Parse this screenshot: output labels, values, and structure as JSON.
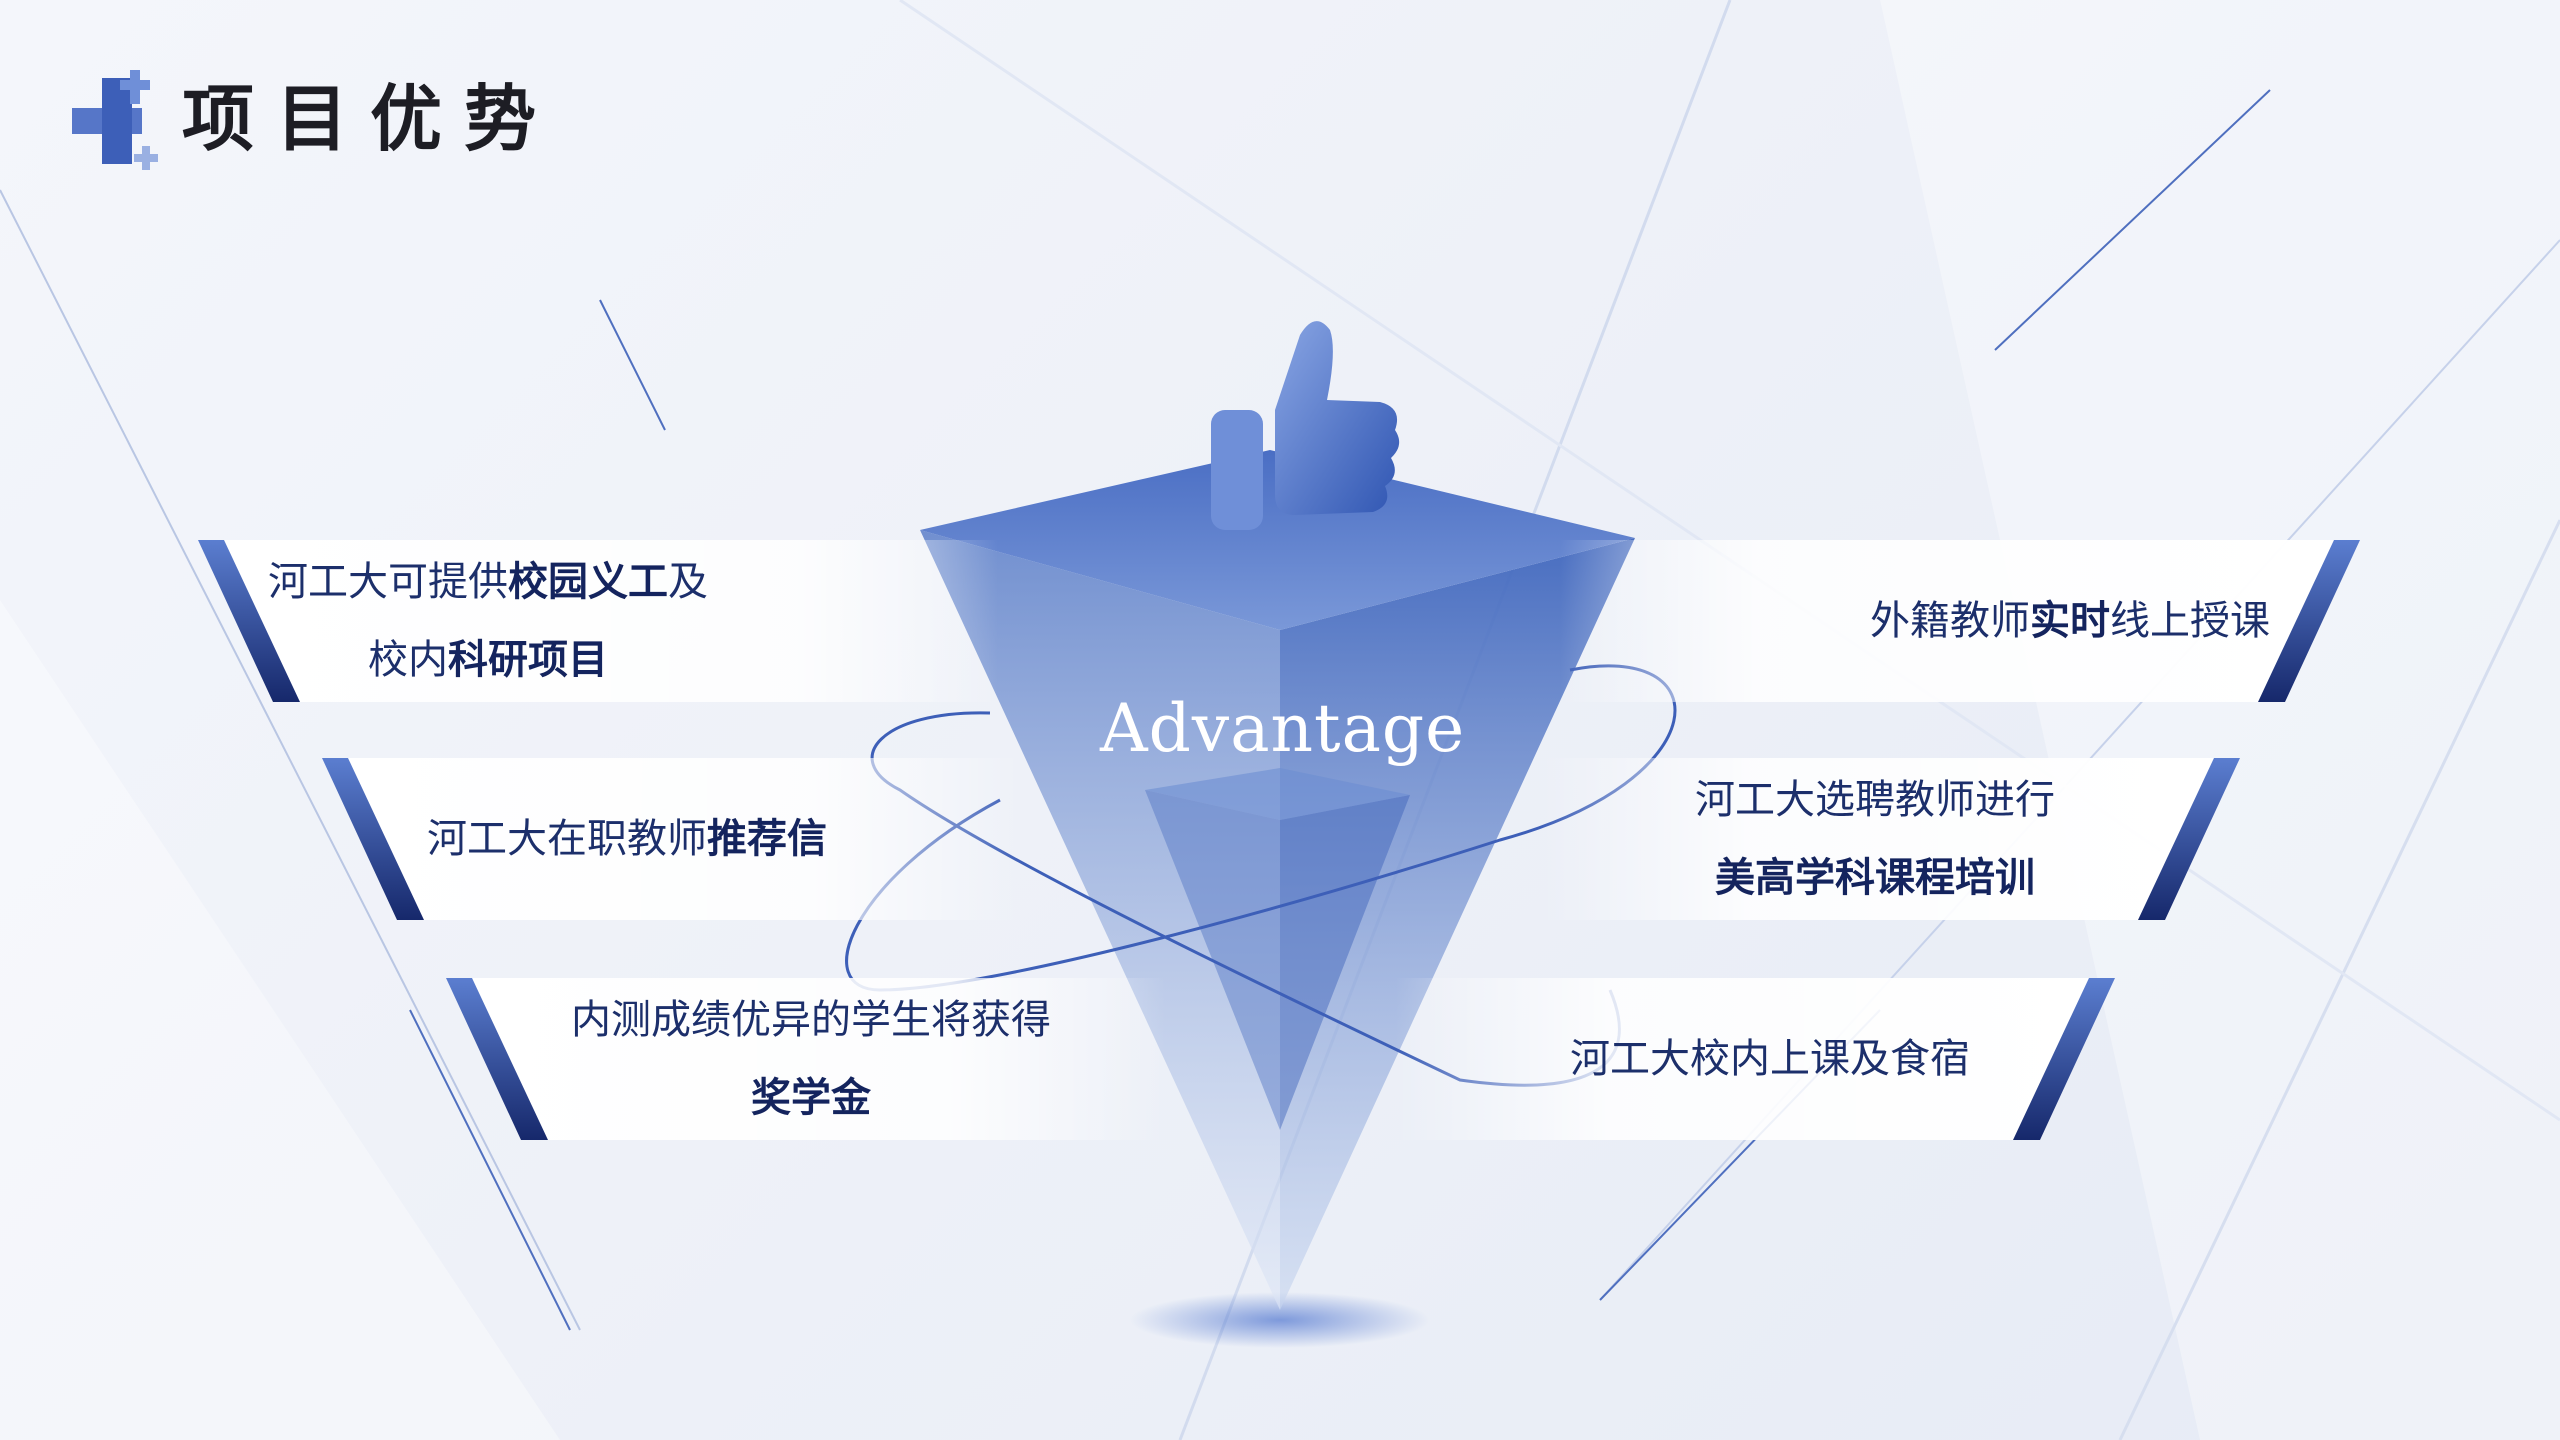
{
  "page": {
    "title": "项目优势"
  },
  "center": {
    "label": "Advantage"
  },
  "advantages": [
    {
      "line1": "河工大可提供",
      "line1_bold": "校园义工",
      "line1_tail": "及",
      "line2": "校内",
      "line2_bold": "科研项目"
    },
    {
      "line1": "外籍教师",
      "line1_bold": "实时",
      "line1_tail": "线上授课"
    },
    {
      "line1": "河工大在职教师",
      "line1_bold": "推荐信"
    },
    {
      "line1": "河工大选聘教师进行",
      "line2_bold": "美高学科课程培训"
    },
    {
      "line1": "内测成绩优异的学生将获得",
      "line2_bold": "奖学金"
    },
    {
      "line1": "河工大校内上课及食宿"
    }
  ],
  "icons": {
    "logo": "blue-cross-plus-icon",
    "center": "thumbs-up-icon"
  },
  "colors": {
    "accent": "#1f3a8a",
    "text": "#1c2f6b",
    "pyramid": "#6f8fd0"
  }
}
